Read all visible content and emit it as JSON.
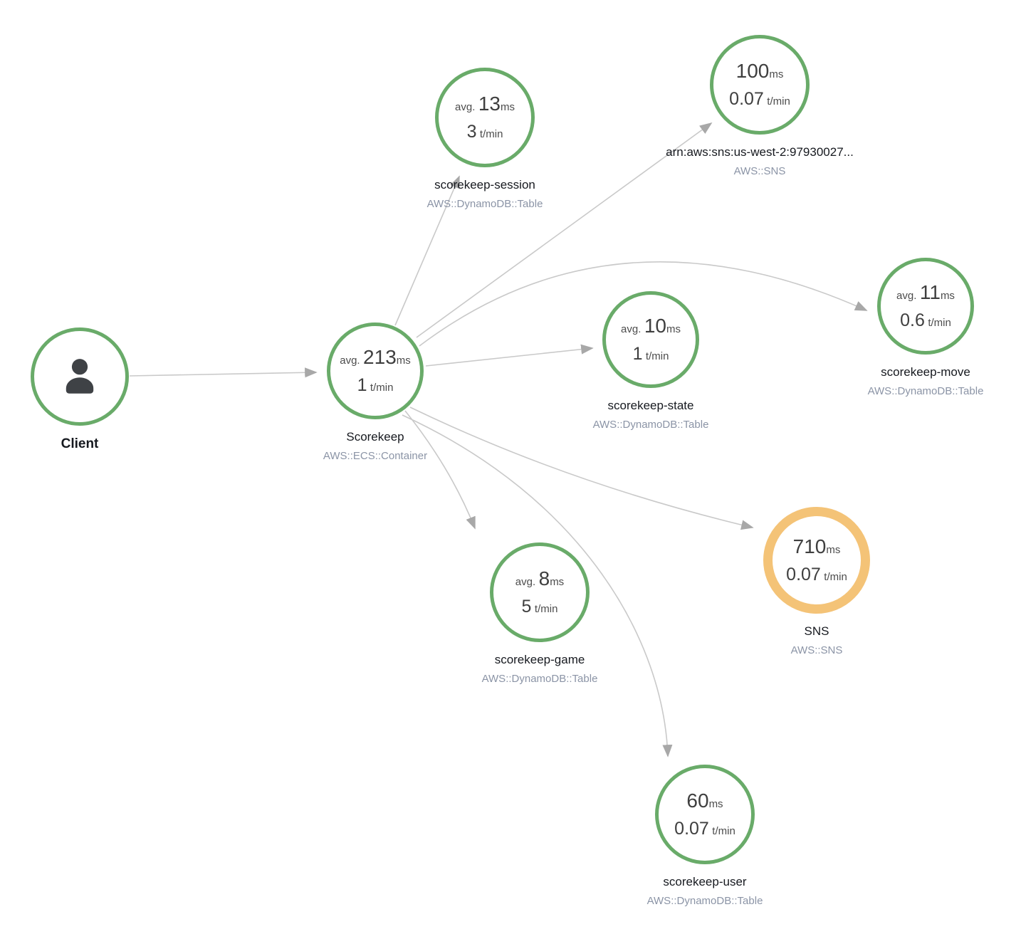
{
  "colors": {
    "healthy_ring": "#69ab69",
    "warning_ring": "#f4c377",
    "edge_line": "#c9c9c9",
    "edge_arrow": "#a8a8a8",
    "metric_text": "#3f3f3f",
    "name_text": "#16191f",
    "type_text": "#8b94a6"
  },
  "nodes": [
    {
      "id": "client",
      "name": "Client",
      "type": "",
      "status": "healthy",
      "icon": "user-icon"
    },
    {
      "id": "scorekeep",
      "name": "Scorekeep",
      "type": "AWS::ECS::Container",
      "status": "healthy",
      "latency_prefix": "avg.",
      "latency_value": "213",
      "latency_unit": "ms",
      "rate_value": "1",
      "rate_unit": "t/min"
    },
    {
      "id": "scorekeep-session",
      "name": "scorekeep-session",
      "type": "AWS::DynamoDB::Table",
      "status": "healthy",
      "latency_prefix": "avg.",
      "latency_value": "13",
      "latency_unit": "ms",
      "rate_value": "3",
      "rate_unit": "t/min"
    },
    {
      "id": "sns-topic-arn",
      "name": "arn:aws:sns:us-west-2:97930027...",
      "type": "AWS::SNS",
      "status": "healthy",
      "latency_prefix": "",
      "latency_value": "100",
      "latency_unit": "ms",
      "rate_value": "0.07",
      "rate_unit": "t/min"
    },
    {
      "id": "scorekeep-state",
      "name": "scorekeep-state",
      "type": "AWS::DynamoDB::Table",
      "status": "healthy",
      "latency_prefix": "avg.",
      "latency_value": "10",
      "latency_unit": "ms",
      "rate_value": "1",
      "rate_unit": "t/min"
    },
    {
      "id": "scorekeep-move",
      "name": "scorekeep-move",
      "type": "AWS::DynamoDB::Table",
      "status": "healthy",
      "latency_prefix": "avg.",
      "latency_value": "11",
      "latency_unit": "ms",
      "rate_value": "0.6",
      "rate_unit": "t/min"
    },
    {
      "id": "scorekeep-game",
      "name": "scorekeep-game",
      "type": "AWS::DynamoDB::Table",
      "status": "healthy",
      "latency_prefix": "avg.",
      "latency_value": "8",
      "latency_unit": "ms",
      "rate_value": "5",
      "rate_unit": "t/min"
    },
    {
      "id": "sns",
      "name": "SNS",
      "type": "AWS::SNS",
      "status": "warning",
      "latency_prefix": "",
      "latency_value": "710",
      "latency_unit": "ms",
      "rate_value": "0.07",
      "rate_unit": "t/min"
    },
    {
      "id": "scorekeep-user",
      "name": "scorekeep-user",
      "type": "AWS::DynamoDB::Table",
      "status": "healthy",
      "latency_prefix": "",
      "latency_value": "60",
      "latency_unit": "ms",
      "rate_value": "0.07",
      "rate_unit": "t/min"
    }
  ],
  "edges": [
    {
      "from": "Client",
      "to": "Scorekeep"
    },
    {
      "from": "Scorekeep",
      "to": "scorekeep-session"
    },
    {
      "from": "Scorekeep",
      "to": "arn:aws:sns:us-west-2:97930027..."
    },
    {
      "from": "Scorekeep",
      "to": "scorekeep-state"
    },
    {
      "from": "Scorekeep",
      "to": "scorekeep-move"
    },
    {
      "from": "Scorekeep",
      "to": "scorekeep-game"
    },
    {
      "from": "Scorekeep",
      "to": "SNS"
    },
    {
      "from": "Scorekeep",
      "to": "scorekeep-user"
    }
  ]
}
